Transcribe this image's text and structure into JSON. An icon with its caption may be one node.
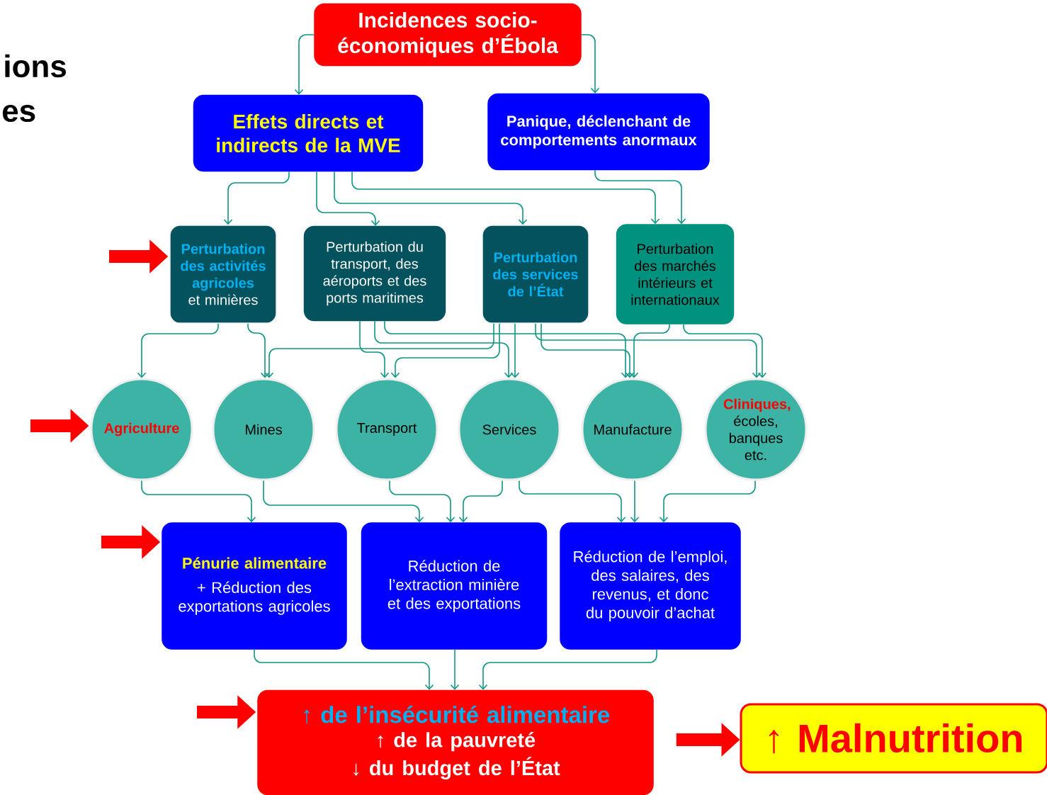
{
  "diagram": {
    "nodes": [
      {
        "text": [
          "Incidences socio-économiques d’Ébola"
        ]
      },
      {
        "text": [
          "Effets directs et indirects de la MVE"
        ]
      },
      {
        "text": [
          "Panique, déclenchant de comportements anormaux"
        ]
      },
      {
        "text": [
          "Perturbation des activités agricoles",
          "et minières"
        ]
      },
      {
        "text": [
          "Perturbation du transport, des aéroports et des ports maritimes"
        ]
      },
      {
        "text": [
          "Perturbation des services de l’État"
        ]
      },
      {
        "text": [
          "Perturbation des marchés intérieurs et internationaux"
        ]
      },
      {
        "text": [
          "Agriculture"
        ]
      },
      {
        "text": [
          "Mines"
        ]
      },
      {
        "text": [
          "Transport"
        ]
      },
      {
        "text": [
          "Services"
        ]
      },
      {
        "text": [
          "Manufacture"
        ]
      },
      {
        "text": [
          "Cliniques,",
          "écoles, banques etc."
        ]
      },
      {
        "text": [
          "Pénurie alimentaire",
          "+ Réduction des exportations agricoles"
        ]
      },
      {
        "text": [
          "Réduction de l’extraction minière et des exportations"
        ]
      },
      {
        "text": [
          "Réduction de l’emploi, des salaires, des revenus, et donc du pouvoir d’achat"
        ]
      },
      {
        "text": [
          "↑ de l’insécurité alimentaire",
          "↑ de la pauvreté",
          "↓ du budget  de l’État"
        ]
      },
      {
        "text": [
          "↑ Malnutrition"
        ]
      }
    ],
    "edges": [
      {
        "from": 0,
        "to": 1,
        "arrow": "to"
      },
      {
        "from": 0,
        "to": 2,
        "arrow": "to"
      },
      {
        "from": 1,
        "to": 3,
        "arrow": "to"
      },
      {
        "from": 1,
        "to": 4,
        "arrow": "to"
      },
      {
        "from": 1,
        "to": 5,
        "arrow": "to"
      },
      {
        "from": 1,
        "to": 6,
        "arrow": "to"
      },
      {
        "from": 2,
        "to": 6,
        "arrow": "to"
      },
      {
        "from": 3,
        "to": 7,
        "arrow": "to"
      },
      {
        "from": 3,
        "to": 8,
        "arrow": "to"
      },
      {
        "from": 4,
        "to": 9,
        "arrow": "to"
      },
      {
        "from": 4,
        "to": 10,
        "arrow": "to"
      },
      {
        "from": 4,
        "to": 11,
        "arrow": "to"
      },
      {
        "from": 5,
        "to": 8,
        "arrow": "to"
      },
      {
        "from": 5,
        "to": 9,
        "arrow": "to"
      },
      {
        "from": 5,
        "to": 10,
        "arrow": "to"
      },
      {
        "from": 5,
        "to": 11,
        "arrow": "to"
      },
      {
        "from": 5,
        "to": 12,
        "arrow": "to"
      },
      {
        "from": 6,
        "to": 11,
        "arrow": "to"
      },
      {
        "from": 6,
        "to": 12,
        "arrow": "to"
      },
      {
        "from": 7,
        "to": 13,
        "arrow": "to"
      },
      {
        "from": 8,
        "to": 14,
        "arrow": "to"
      },
      {
        "from": 9,
        "to": 14,
        "arrow": "to"
      },
      {
        "from": 10,
        "to": 14,
        "arrow": "to"
      },
      {
        "from": 10,
        "to": 15,
        "arrow": "to"
      },
      {
        "from": 11,
        "to": 15,
        "arrow": "to"
      },
      {
        "from": 12,
        "to": 15,
        "arrow": "to"
      },
      {
        "from": 13,
        "to": 16,
        "arrow": "to"
      },
      {
        "from": 14,
        "to": 16,
        "arrow": "to"
      },
      {
        "from": 15,
        "to": 16,
        "arrow": "to"
      },
      {
        "from": 16,
        "to": 17,
        "arrow": "to",
        "style": "thick",
        "color": "#ff0000"
      },
      {
        "from": null,
        "to": 3,
        "arrow": "to",
        "style": "thick",
        "color": "#ff0000"
      },
      {
        "from": null,
        "to": 7,
        "arrow": "to",
        "style": "thick",
        "color": "#ff0000"
      },
      {
        "from": null,
        "to": 13,
        "arrow": "to",
        "style": "thick",
        "color": "#ff0000"
      },
      {
        "from": null,
        "to": 16,
        "arrow": "to",
        "style": "thick",
        "color": "#ff0000"
      }
    ],
    "labels": [
      "ions",
      "es"
    ]
  }
}
